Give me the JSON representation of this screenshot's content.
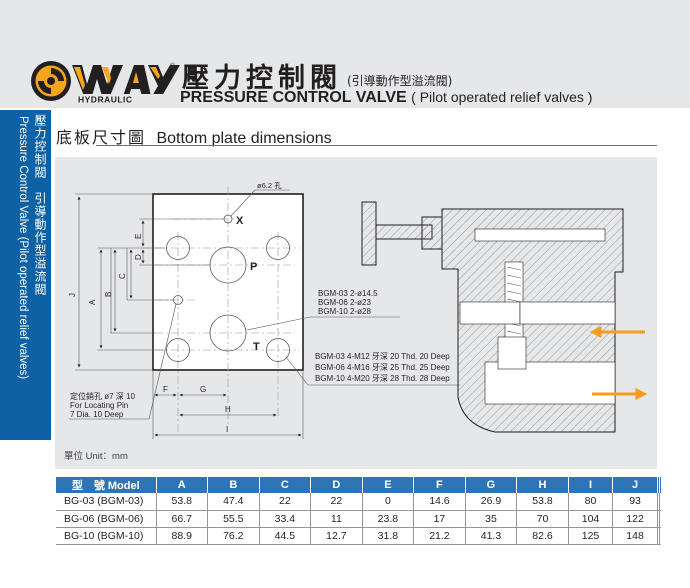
{
  "header": {
    "brand": "WAY",
    "brand_sub": "HYDRAULIC",
    "registered_mark": "®",
    "title_zh": "壓力控制閥",
    "title_zh_sub": "(引導動作型溢流閥)",
    "title_en": "PRESSURE CONTROL VALVE",
    "title_en_sub": "( Pilot operated relief valves )"
  },
  "sidebar": {
    "text_zh": "壓力控制閥　引導動作型溢流閥",
    "text_en": "Pressure Control Valve (Pilot operated relief valves)"
  },
  "section": {
    "title_zh": "底板尺寸圖",
    "title_en": "Bottom plate dimensions"
  },
  "drawing": {
    "hole_note": "ø6.2 孔",
    "port_labels": {
      "x": "X",
      "p": "P",
      "t": "T"
    },
    "dim_labels": [
      "A",
      "B",
      "C",
      "D",
      "E",
      "F",
      "G",
      "H",
      "I",
      "J"
    ],
    "port_size_notes": [
      "BGM-03  2-ø14.5",
      "BGM-06  2-ø23",
      "BGM-10  2-ø28"
    ],
    "thread_notes": [
      "BGM-03  4-M12 牙深 20 Thd. 20 Deep",
      "BGM-06  4-M16 牙深 25 Thd. 25 Deep",
      "BGM-10  4-M20 牙深 28 Thd. 28 Deep"
    ],
    "locating_pin_notes": [
      "定位銷孔 ø7 深 10",
      "For Locating Pin",
      "7 Dia. 10 Deep"
    ],
    "flow_arrow_color": "#f39c1f"
  },
  "unit_label": "單位 Unit：mm",
  "table": {
    "headers": [
      "型　號 Model",
      "A",
      "B",
      "C",
      "D",
      "E",
      "F",
      "G",
      "H",
      "I",
      "J",
      "",
      ""
    ],
    "rows": [
      [
        "BG-03 (BGM-03)",
        "53.8",
        "47.4",
        "22",
        "22",
        "0",
        "14.6",
        "26.9",
        "53.8",
        "80",
        "93",
        "",
        ""
      ],
      [
        "BG-06 (BGM-06)",
        "66.7",
        "55.5",
        "33.4",
        "11",
        "23.8",
        "17",
        "35",
        "70",
        "104",
        "122",
        "",
        ""
      ],
      [
        "BG-10 (BGM-10)",
        "88.9",
        "76.2",
        "44.5",
        "12.7",
        "31.8",
        "21.2",
        "41.3",
        "82.6",
        "125",
        "148",
        "",
        ""
      ]
    ]
  },
  "colors": {
    "accent_blue": "#0d61a4",
    "table_header_blue": "#2f74b5",
    "logo_orange": "#f7a51c",
    "panel_gray": "#e6e7e9"
  }
}
